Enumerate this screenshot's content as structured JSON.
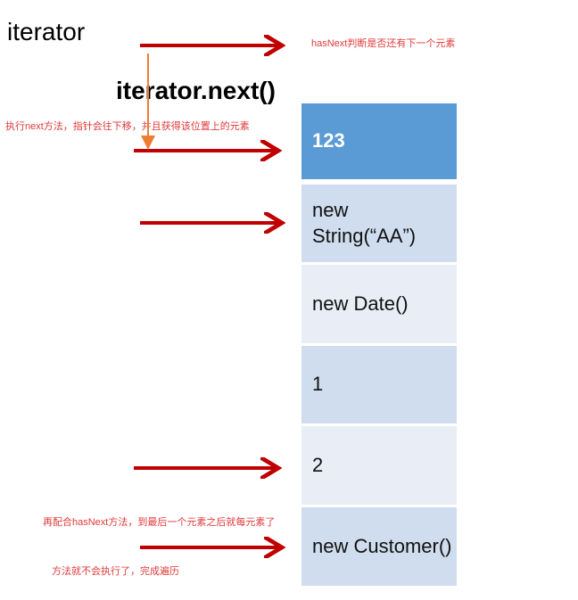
{
  "labels": {
    "iterator": "iterator",
    "next": "iterator.next()"
  },
  "notes": {
    "hasnext": "hasNext判断是否还有下一个元素",
    "next": "执行next方法，指针会往下移，并且获得该位置上的元素",
    "end_line1": "再配合hasNext方法，到最后一个元素之后就每元素了",
    "end_line2": "方法就不会执行了，完成遍历"
  },
  "elements": [
    "123",
    "new String(“AA”)",
    "new Date()",
    "1",
    "2",
    "new Customer()"
  ],
  "colors": {
    "arrow": "#c00000",
    "pointer": "#ed7d31",
    "note": "#e03a3a",
    "cell_dark": "#5b9bd5",
    "cell_mid": "#d0ddef",
    "cell_light": "#e8edf6"
  }
}
